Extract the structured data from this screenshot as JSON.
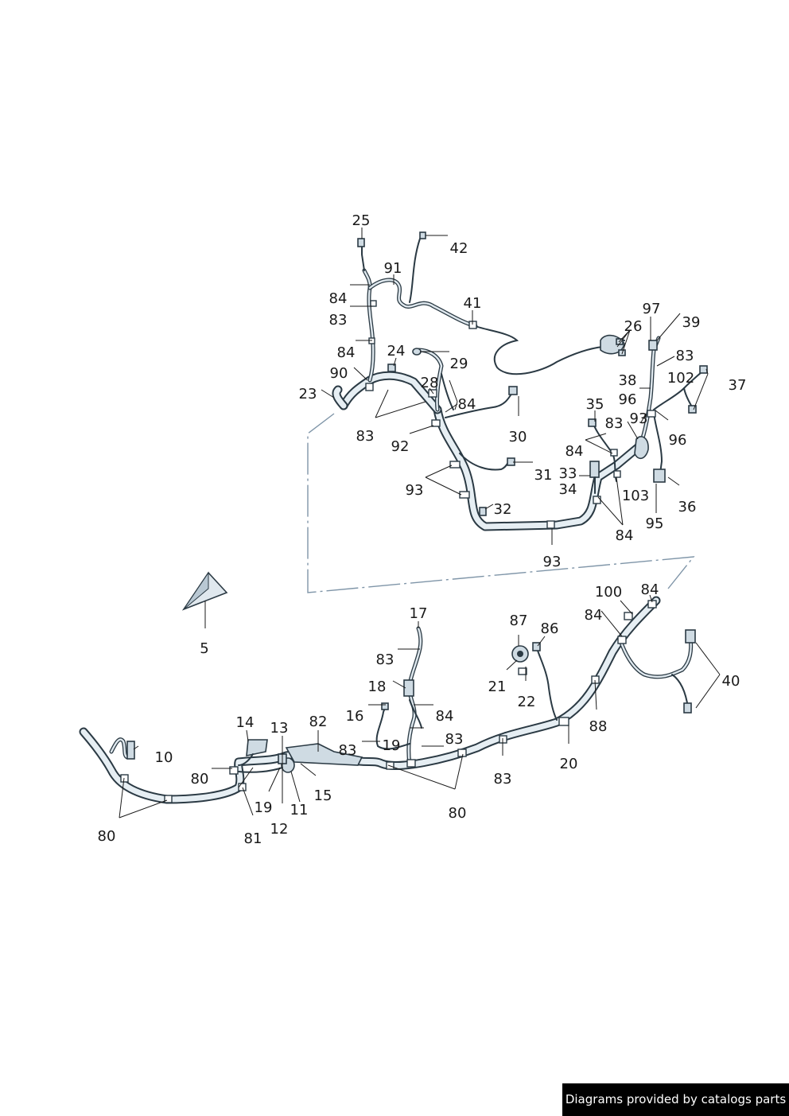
{
  "diagram": {
    "labels": {
      "l25": "25",
      "l42": "42",
      "l91": "91",
      "l84a": "84",
      "l83a": "83",
      "l41": "41",
      "l97": "97",
      "l39": "39",
      "l26": "26",
      "l84b": "84",
      "l24": "24",
      "l29": "29",
      "l83b": "83",
      "l90": "90",
      "l38": "38",
      "l102": "102",
      "l37": "37",
      "l28": "28",
      "l23": "23",
      "l96a": "96",
      "l35": "35",
      "l84c": "84",
      "l93a": "93",
      "l96b": "96",
      "l83c": "83",
      "l30": "30",
      "l92": "92",
      "l83d": "83",
      "l84d": "84",
      "l33": "33",
      "l31": "31",
      "l34": "34",
      "l93b": "93",
      "l103": "103",
      "l32": "32",
      "l36": "36",
      "l95": "95",
      "l84e": "84",
      "l93c": "93",
      "l100": "100",
      "l84f": "84",
      "l5": "5",
      "l17": "17",
      "l87": "87",
      "l84g": "84",
      "l86": "86",
      "l83e": "83",
      "l40": "40",
      "l21": "21",
      "l18": "18",
      "l22": "22",
      "l16": "16",
      "l84h": "84",
      "l88": "88",
      "l14": "14",
      "l13": "13",
      "l82": "82",
      "l10": "10",
      "l83f": "83",
      "l19a": "19",
      "l83g": "83",
      "l20": "20",
      "l80a": "80",
      "l83h": "83",
      "l15": "15",
      "l19b": "19",
      "l11": "11",
      "l80b": "80",
      "l80c": "80",
      "l12": "12",
      "l81": "81"
    }
  },
  "footer": {
    "text": "Diagrams provided by catalogs parts"
  }
}
